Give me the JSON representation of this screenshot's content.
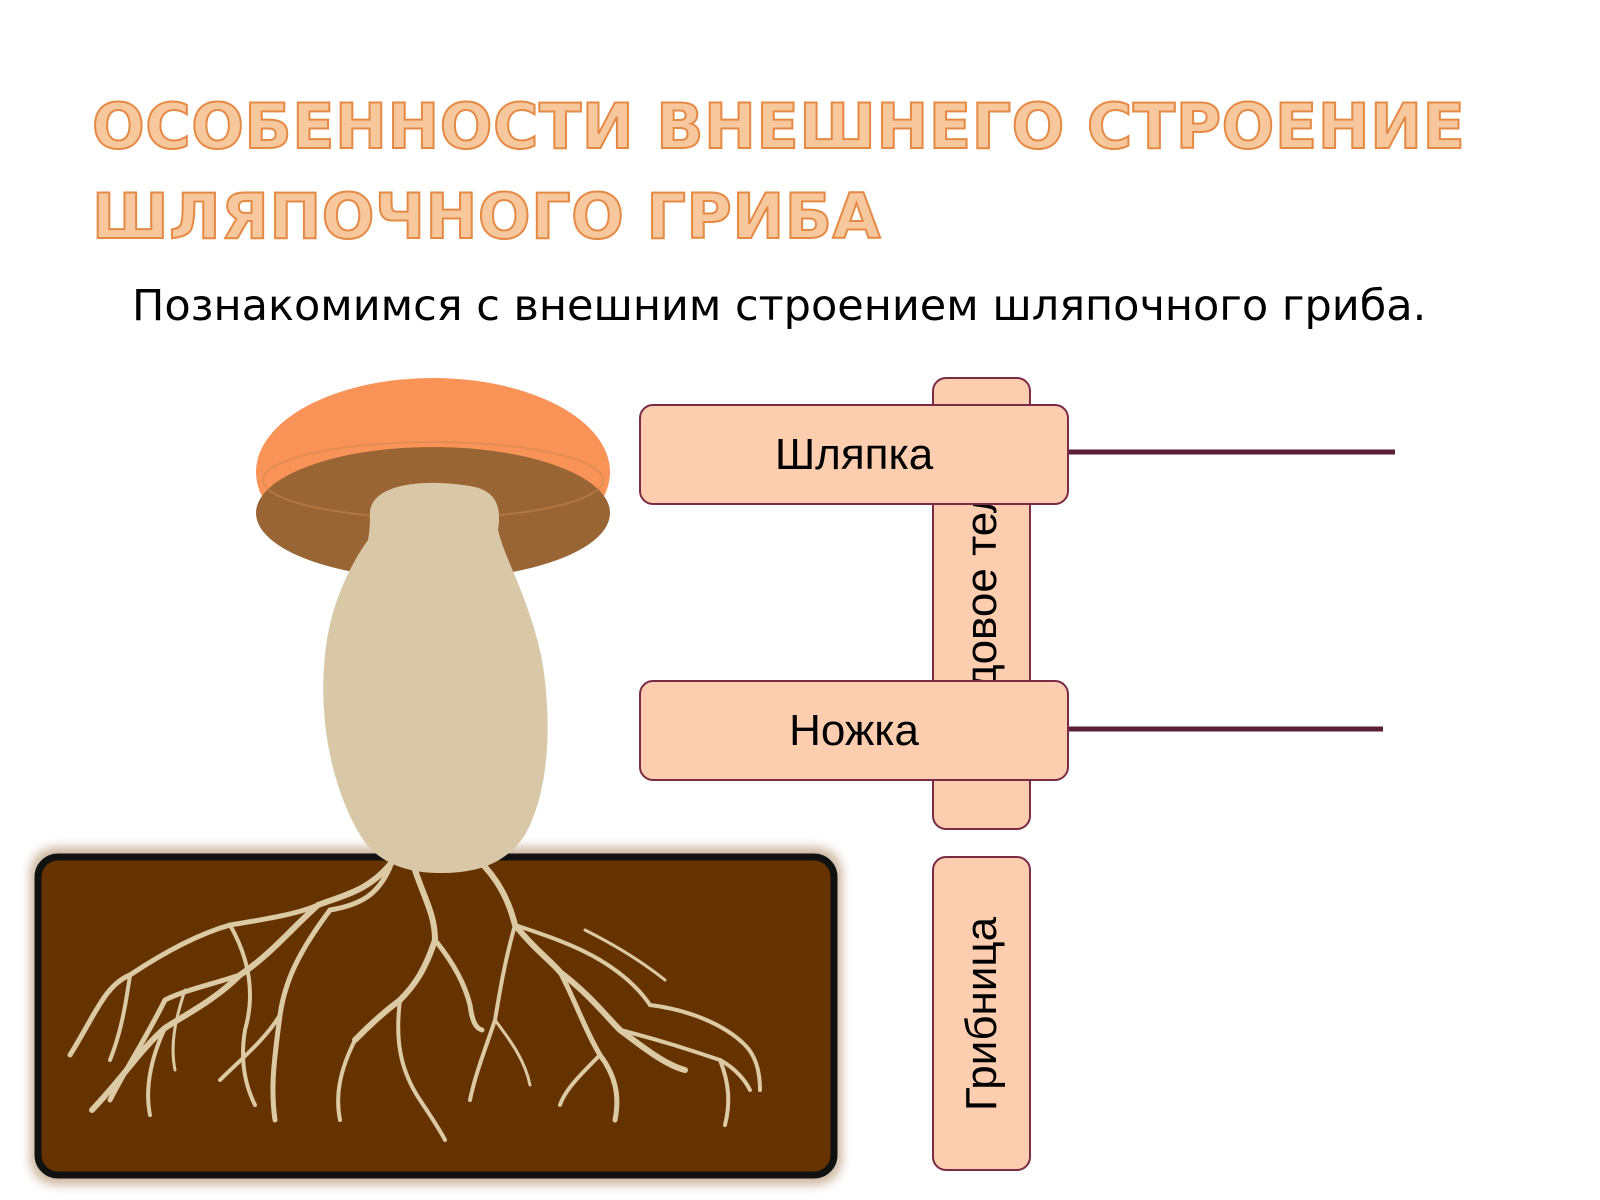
{
  "title": {
    "line1": "Особенности внешнего строение",
    "line2": "шляпочного гриба"
  },
  "subtitle": "Познакомимся с внешним строением шляпочного гриба.",
  "labels": {
    "fruit_body": "Плодовое тело",
    "mycelium": "Грибница",
    "cap": "Шляпка",
    "stem": "Ножка"
  },
  "colors": {
    "cap_top": "#fa9358",
    "cap_underside": "#9a6535",
    "stem": "#d8c8a8",
    "soil": "#663300",
    "soil_border": "#111111",
    "hyphae": "#dccaa4",
    "label_fill": "#fdcdb0",
    "label_border": "#7b2c45",
    "leader_line": "#5a1f35",
    "title_fill": "#f7c79d",
    "title_stroke": "#e58a45"
  }
}
